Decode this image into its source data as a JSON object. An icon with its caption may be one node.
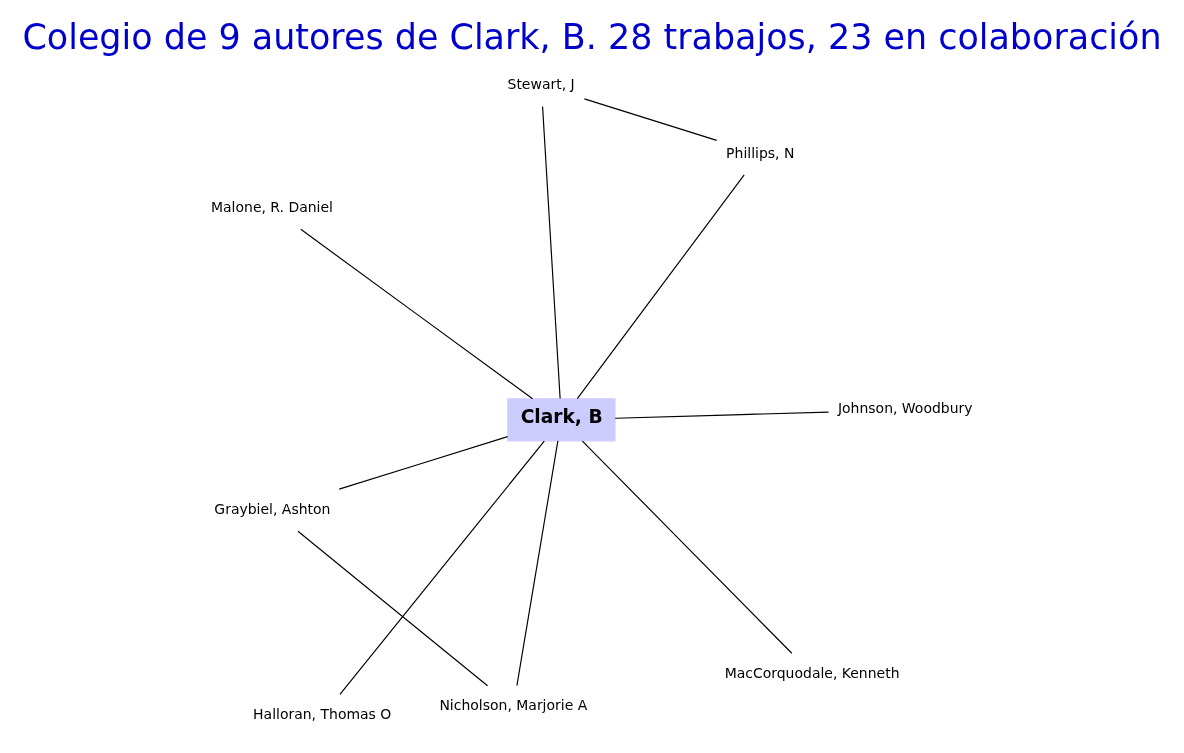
{
  "diagram": {
    "title": "Colegio de 9 autores de Clark, B. 28 trabajos, 23 en colaboración",
    "nodes": [
      {
        "text": [
          "Clark, B"
        ]
      },
      {
        "text": [
          "Phillips, N"
        ]
      },
      {
        "text": [
          "Halloran, Thomas O"
        ]
      },
      {
        "text": [
          "Stewart, J"
        ]
      },
      {
        "text": [
          "Nicholson, Marjorie A"
        ]
      },
      {
        "text": [
          "Malone, R. Daniel"
        ]
      },
      {
        "text": [
          "Graybiel, Ashton"
        ]
      },
      {
        "text": [
          "Johnson, Woodbury"
        ]
      },
      {
        "text": [
          "MacCorquodale, Kenneth"
        ]
      }
    ],
    "edges": [
      {
        "from": 0,
        "to": 1,
        "arrow": "none"
      },
      {
        "from": 1,
        "to": 3,
        "arrow": "none"
      },
      {
        "from": 0,
        "to": 2,
        "arrow": "none"
      },
      {
        "from": 0,
        "to": 3,
        "arrow": "none"
      },
      {
        "from": 0,
        "to": 4,
        "arrow": "none"
      },
      {
        "from": 4,
        "to": 6,
        "arrow": "none"
      },
      {
        "from": 0,
        "to": 5,
        "arrow": "none"
      },
      {
        "from": 0,
        "to": 6,
        "arrow": "none"
      },
      {
        "from": 0,
        "to": 7,
        "arrow": "none"
      },
      {
        "from": 0,
        "to": 8,
        "arrow": "none"
      }
    ]
  }
}
